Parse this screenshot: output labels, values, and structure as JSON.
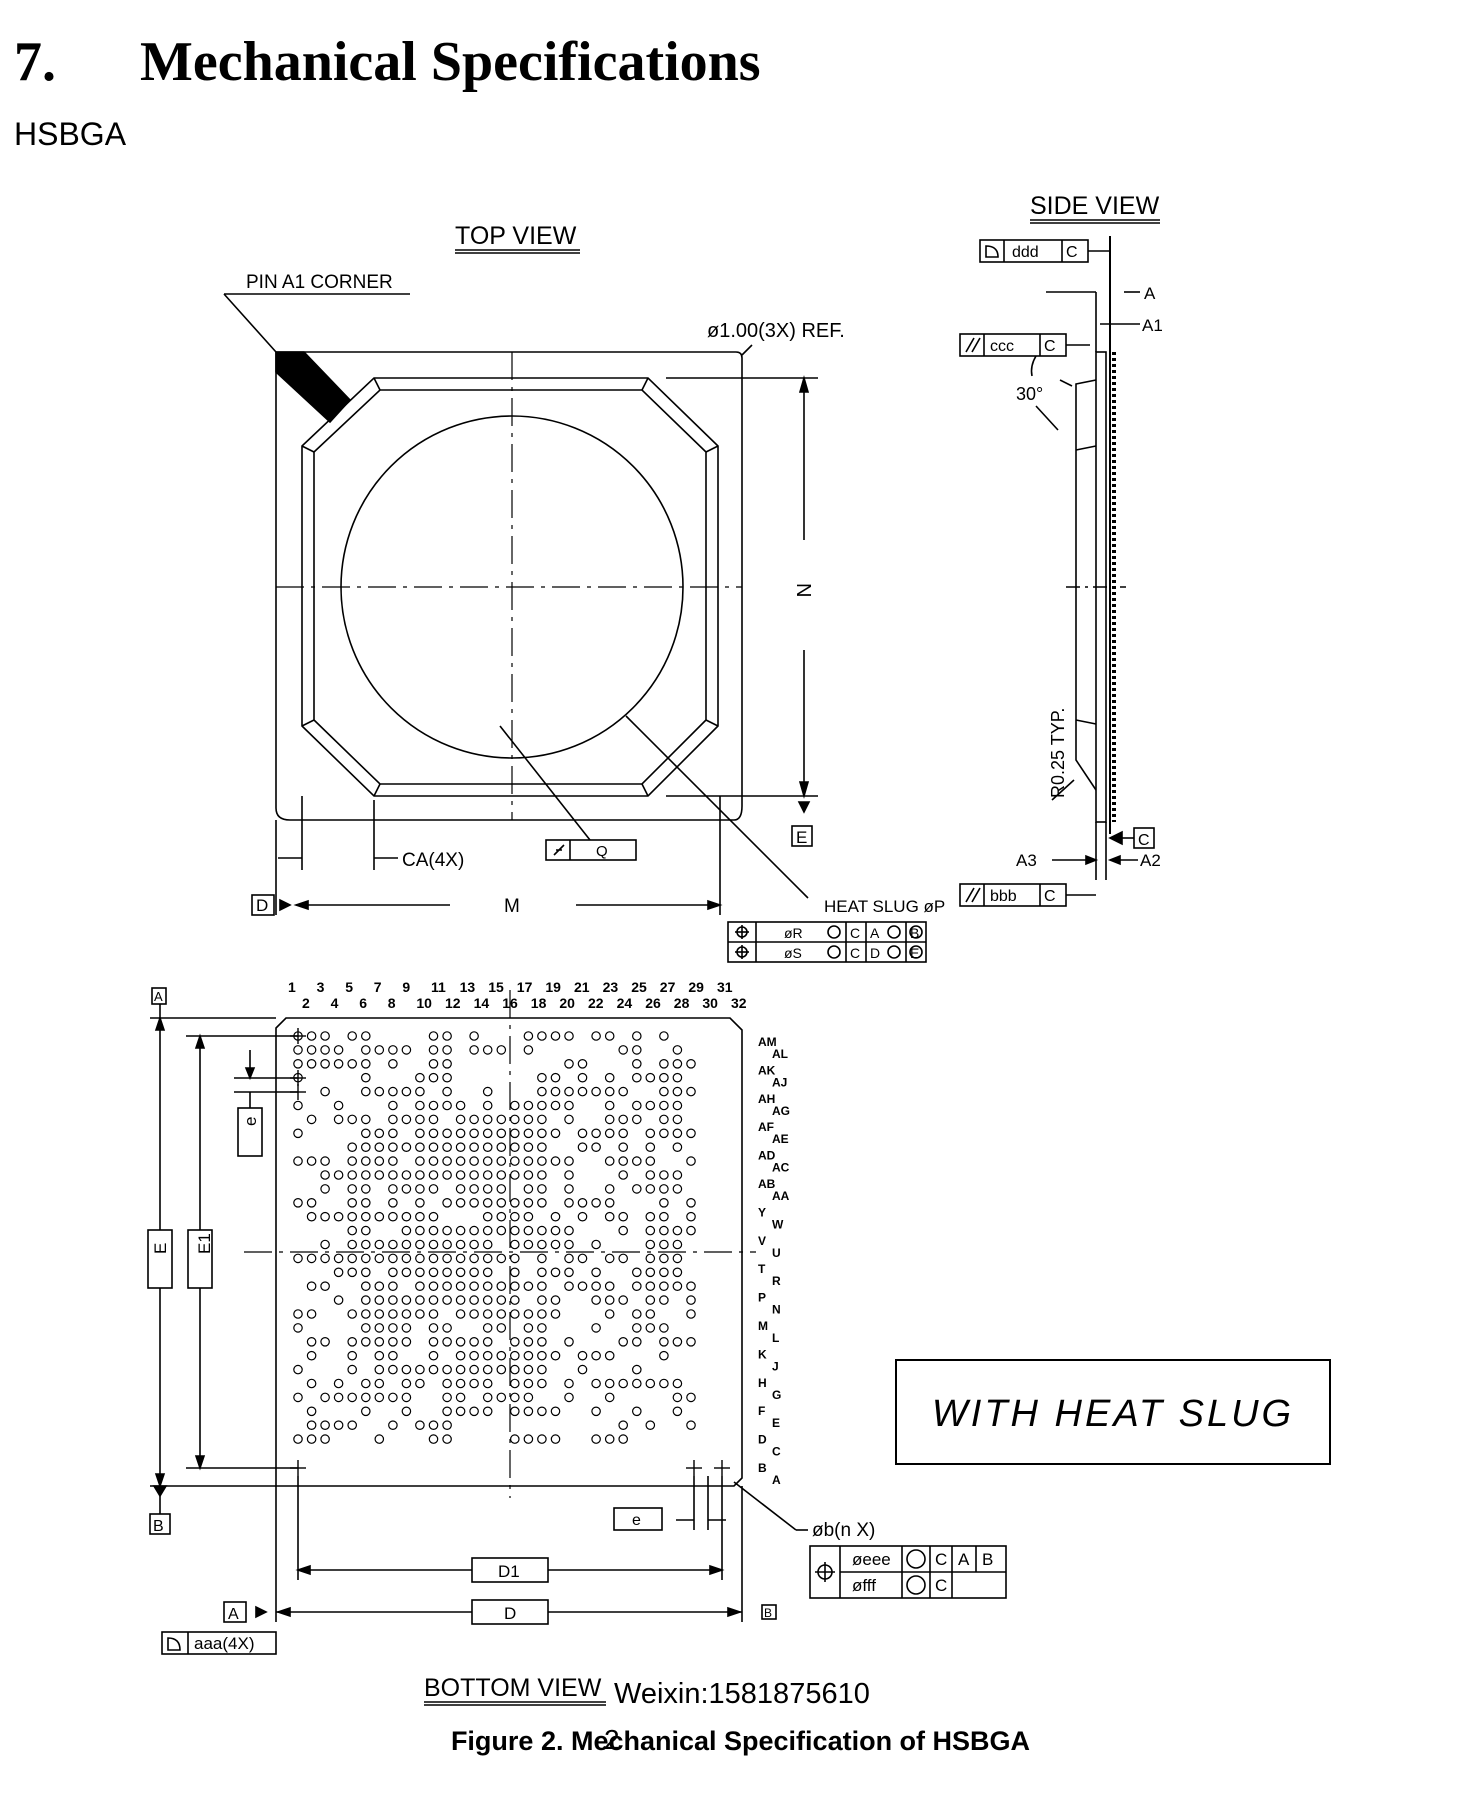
{
  "document": {
    "section_number": "7.",
    "section_title": "Mechanical Specifications",
    "package_name": "HSBGA",
    "figure_caption": "Figure 2. Mechanical Specification of HSBGA",
    "page_number": "2",
    "watermark": "Weixin:1581875610"
  },
  "drawing": {
    "top_view": {
      "title": "TOP VIEW",
      "pin_a1_label": "PIN A1 CORNER",
      "hole_ref": "ø1.00(3X) REF.",
      "dim_n": "N",
      "dim_m": "M",
      "dim_ca": "CA(4X)",
      "datum_d": "D",
      "datum_e": "E",
      "flatness_q": "Q",
      "heat_slug_label": "HEAT SLUG øP",
      "tol_row1": [
        "øR",
        "C",
        "A",
        "B"
      ],
      "tol_row2": [
        "øS",
        "C",
        "D",
        "E"
      ]
    },
    "side_view": {
      "title": "SIDE VIEW",
      "ddd_label": "ddd",
      "ccc_label": "ccc",
      "bbb_label": "bbb",
      "datum_c": "C",
      "dim_a": "A",
      "dim_a1": "A1",
      "dim_a2": "A2",
      "dim_a3": "A3",
      "angle": "30°",
      "radius_note": "R0.25 TYP."
    },
    "bottom_view": {
      "title": "BOTTOM VIEW",
      "column_numbers_odd": [
        "1",
        "3",
        "5",
        "7",
        "9",
        "11",
        "13",
        "15",
        "17",
        "19",
        "21",
        "23",
        "25",
        "27",
        "29",
        "31"
      ],
      "column_numbers_even": [
        "2",
        "4",
        "6",
        "8",
        "10",
        "12",
        "14",
        "16",
        "18",
        "20",
        "22",
        "24",
        "26",
        "28",
        "30",
        "32"
      ],
      "row_letters_left": [
        "AM",
        "AK",
        "AH",
        "AF",
        "AD",
        "AB",
        "Y",
        "V",
        "T",
        "P",
        "M",
        "K",
        "H",
        "F",
        "D",
        "B"
      ],
      "row_letters_right": [
        "AL",
        "AJ",
        "AG",
        "AE",
        "AC",
        "AA",
        "W",
        "U",
        "R",
        "N",
        "L",
        "J",
        "G",
        "E",
        "C",
        "A"
      ],
      "dim_e": "E",
      "dim_e1": "E1",
      "dim_pitch": "e",
      "dim_d": "D",
      "dim_d1": "D1",
      "datum_a": "A",
      "datum_b": "B",
      "aaa_label": "aaa(4X)",
      "ball_callout": "øb(n   X)",
      "tol_eee": [
        "øeee",
        "C",
        "A",
        "B"
      ],
      "tol_fff": [
        "øfff",
        "C"
      ]
    },
    "note_box": "WITH HEAT SLUG"
  }
}
